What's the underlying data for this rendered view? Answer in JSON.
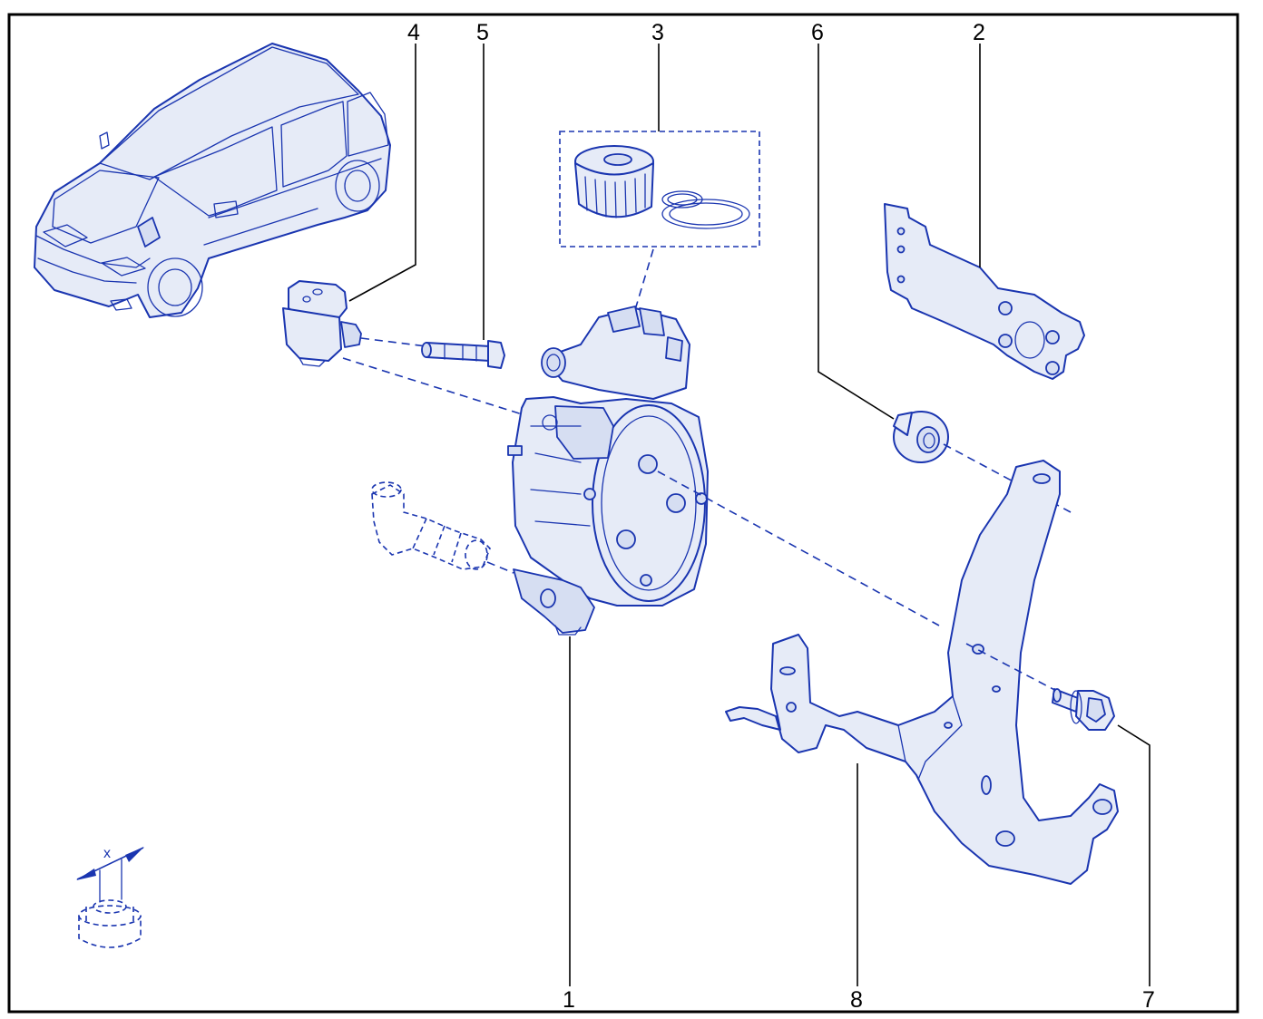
{
  "callouts": [
    {
      "id": "1",
      "label": "1"
    },
    {
      "id": "2",
      "label": "2"
    },
    {
      "id": "3",
      "label": "3"
    },
    {
      "id": "4",
      "label": "4"
    },
    {
      "id": "5",
      "label": "5"
    },
    {
      "id": "6",
      "label": "6"
    },
    {
      "id": "7",
      "label": "7"
    },
    {
      "id": "8",
      "label": "8"
    }
  ],
  "dimension_label": "x",
  "colors": {
    "line": "#1a35b0",
    "frame": "#000000",
    "fill": "#e6ebf7"
  }
}
